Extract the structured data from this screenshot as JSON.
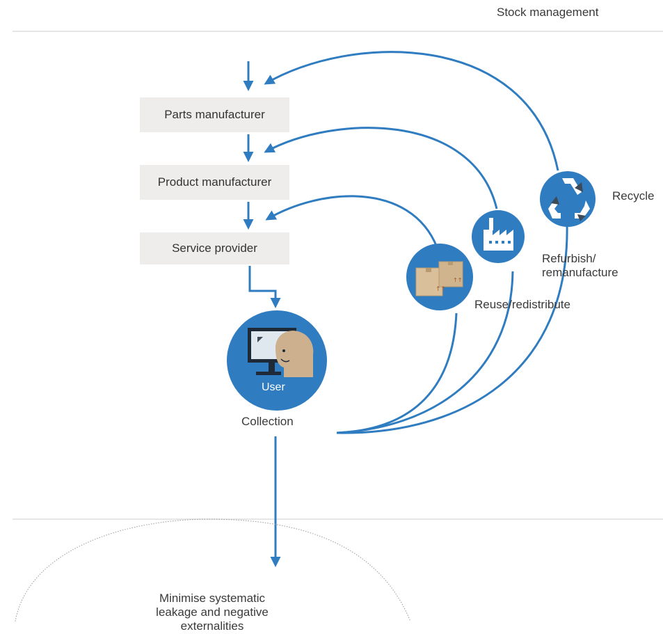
{
  "header": {
    "title": "Stock management"
  },
  "chain": {
    "parts": "Parts manufacturer",
    "product": "Product manufacturer",
    "service": "Service provider"
  },
  "user": {
    "label": "User",
    "collection": "Collection"
  },
  "loops": {
    "reuse": "Reuse/redistribute",
    "refurbish_line1": "Refurbish/",
    "refurbish_line2": "remanufacture",
    "recycle": "Recycle"
  },
  "leakage": {
    "line1": "Minimise systematic",
    "line2": "leakage and negative",
    "line3": "externalities"
  },
  "colors": {
    "accent": "#2f7cc0",
    "box": "#efedeb",
    "skin": "#cdb08e"
  }
}
